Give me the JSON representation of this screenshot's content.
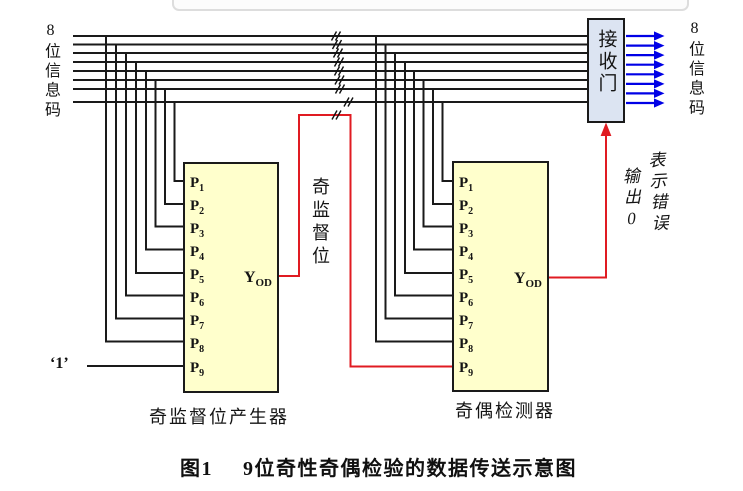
{
  "diagram": {
    "left_bus_label": "8位信息码",
    "right_bus_label": "8位信息码",
    "parity_bit_label": "奇监督位",
    "const_input": "‘1’",
    "generator": {
      "caption": "奇监督位产生器",
      "output": {
        "base": "Y",
        "sub": "OD"
      },
      "pins": [
        {
          "base": "P",
          "sub": "1"
        },
        {
          "base": "P",
          "sub": "2"
        },
        {
          "base": "P",
          "sub": "3"
        },
        {
          "base": "P",
          "sub": "4"
        },
        {
          "base": "P",
          "sub": "5"
        },
        {
          "base": "P",
          "sub": "6"
        },
        {
          "base": "P",
          "sub": "7"
        },
        {
          "base": "P",
          "sub": "8"
        },
        {
          "base": "P",
          "sub": "9"
        }
      ]
    },
    "detector": {
      "caption": "奇偶检测器",
      "output": {
        "base": "Y",
        "sub": "OD"
      },
      "pins": [
        {
          "base": "P",
          "sub": "1"
        },
        {
          "base": "P",
          "sub": "2"
        },
        {
          "base": "P",
          "sub": "3"
        },
        {
          "base": "P",
          "sub": "4"
        },
        {
          "base": "P",
          "sub": "5"
        },
        {
          "base": "P",
          "sub": "6"
        },
        {
          "base": "P",
          "sub": "7"
        },
        {
          "base": "P",
          "sub": "8"
        },
        {
          "base": "P",
          "sub": "9"
        }
      ]
    },
    "receiver_gate": {
      "label": "接收门"
    },
    "error_note": {
      "line1": "输出0",
      "line2": "表示错误"
    },
    "figure_caption": {
      "number": "图1",
      "title": "9位奇性奇偶检验的数据传送示意图"
    },
    "colors": {
      "wire": "#1a1a1a",
      "chip_fill": "#ffffcc",
      "gate_fill": "#dce4f2",
      "parity_wire_red": "#e01b22",
      "output_arrow_blue": "#0000e6",
      "top_panel_border": "#dddddd"
    }
  }
}
